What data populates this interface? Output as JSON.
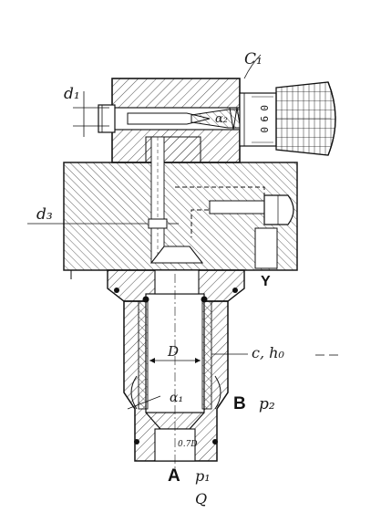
{
  "drawing": {
    "labels": {
      "c1": "C₁",
      "d1": "d₁",
      "alpha2": "α₂",
      "d3": "d₃",
      "Y": "Y",
      "D": "D",
      "c_h0": "c, h₀",
      "alpha1": "α₁",
      "B": "B",
      "p2": "p₂",
      "A": "A",
      "p1": "p₁",
      "Q": "Q",
      "d97": "0.7D"
    },
    "dial_digits": [
      "0",
      "9",
      "0"
    ]
  },
  "colors": {
    "ink": "#1a1a1a",
    "hatch": "#3a3a3a",
    "paper": "#ffffff"
  }
}
